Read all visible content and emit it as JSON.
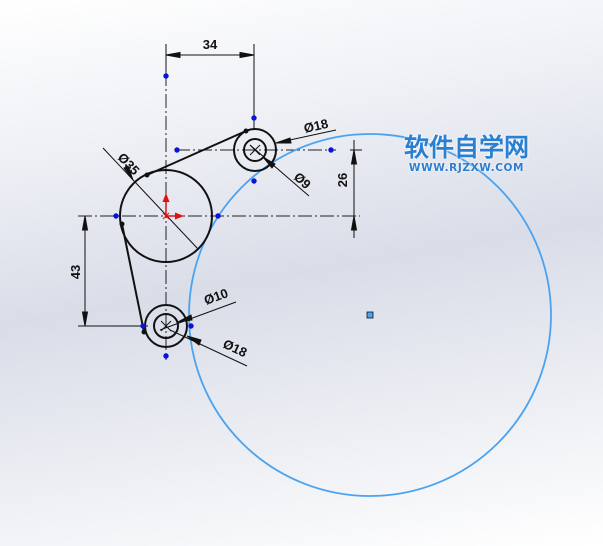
{
  "app": "CAD sketch view",
  "dimensions": {
    "horizontal_34": "34",
    "vertical_26": "26",
    "vertical_43": "43",
    "dia_35": "Ø35",
    "dia_18_top": "Ø18",
    "dia_9": "Ø9",
    "dia_10": "Ø10",
    "dia_18_bottom": "Ø18"
  },
  "watermark": {
    "title": "软件自学网",
    "url": "WWW.RJZXW.COM"
  },
  "colors": {
    "sketch_line": "#111111",
    "selected_circle": "#4aa3f0",
    "point": "#0a14d8",
    "origin_red": "#e01010",
    "watermark": "#2b7fd0"
  }
}
